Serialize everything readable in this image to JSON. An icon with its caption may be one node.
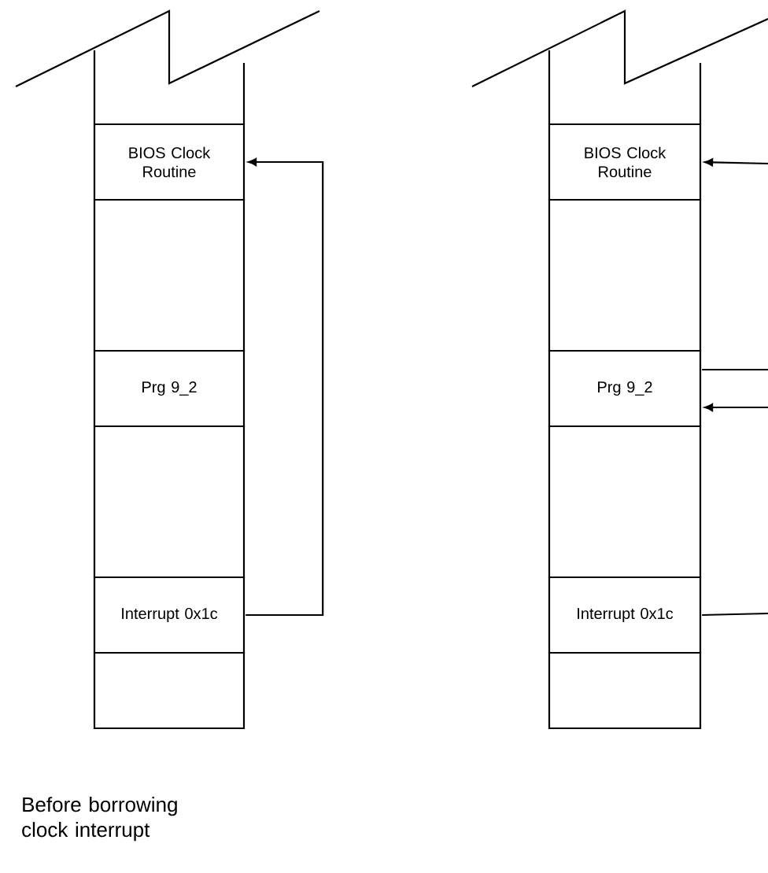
{
  "diagram": {
    "caption": "Before borrowing clock interrupt",
    "nodes": [
      {
        "text": [
          "BIOS Clock Routine"
        ]
      },
      {
        "text": [],
        "shape": "box"
      },
      {
        "text": [
          "Prg 9_2"
        ]
      },
      {
        "text": [],
        "shape": "box"
      },
      {
        "text": [
          "Interrupt 0x1c"
        ]
      },
      {
        "text": [],
        "shape": "box"
      },
      {
        "text": [
          "BIOS Clock Routine"
        ]
      },
      {
        "text": [],
        "shape": "box"
      },
      {
        "text": [
          "Prg 9_2"
        ]
      },
      {
        "text": [],
        "shape": "box"
      },
      {
        "text": [
          "Interrupt 0x1c"
        ]
      },
      {
        "text": [],
        "shape": "box"
      }
    ],
    "edges": [
      {
        "from": 4,
        "to": 0,
        "arrow": "to"
      },
      {
        "from": null,
        "to": 6,
        "arrow": "to"
      },
      {
        "from": 8,
        "to": null,
        "arrow": "none"
      },
      {
        "from": null,
        "to": 8,
        "arrow": "to"
      },
      {
        "from": 10,
        "to": null,
        "arrow": "none"
      }
    ]
  }
}
